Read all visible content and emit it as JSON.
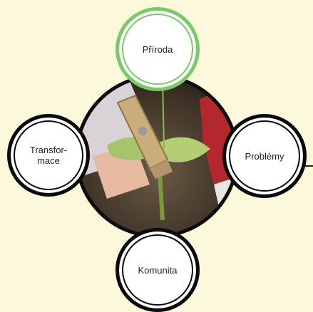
{
  "diagram": {
    "center_image": {
      "description_icon": "photo-clothespin-leaf"
    },
    "nodes": {
      "top": {
        "label": "Příroda",
        "color": "#7cc96c"
      },
      "left": {
        "label": "Transfor-\nmace",
        "color": "#0b0b0b"
      },
      "right": {
        "label": "Problémy",
        "color": "#0b0b0b"
      },
      "bottom": {
        "label": "Komunita",
        "color": "#0b0b0b"
      }
    }
  },
  "colors": {
    "background": "#fbf8dc",
    "accent_green": "#7cc96c",
    "ring_dark": "#0b0b0b"
  }
}
